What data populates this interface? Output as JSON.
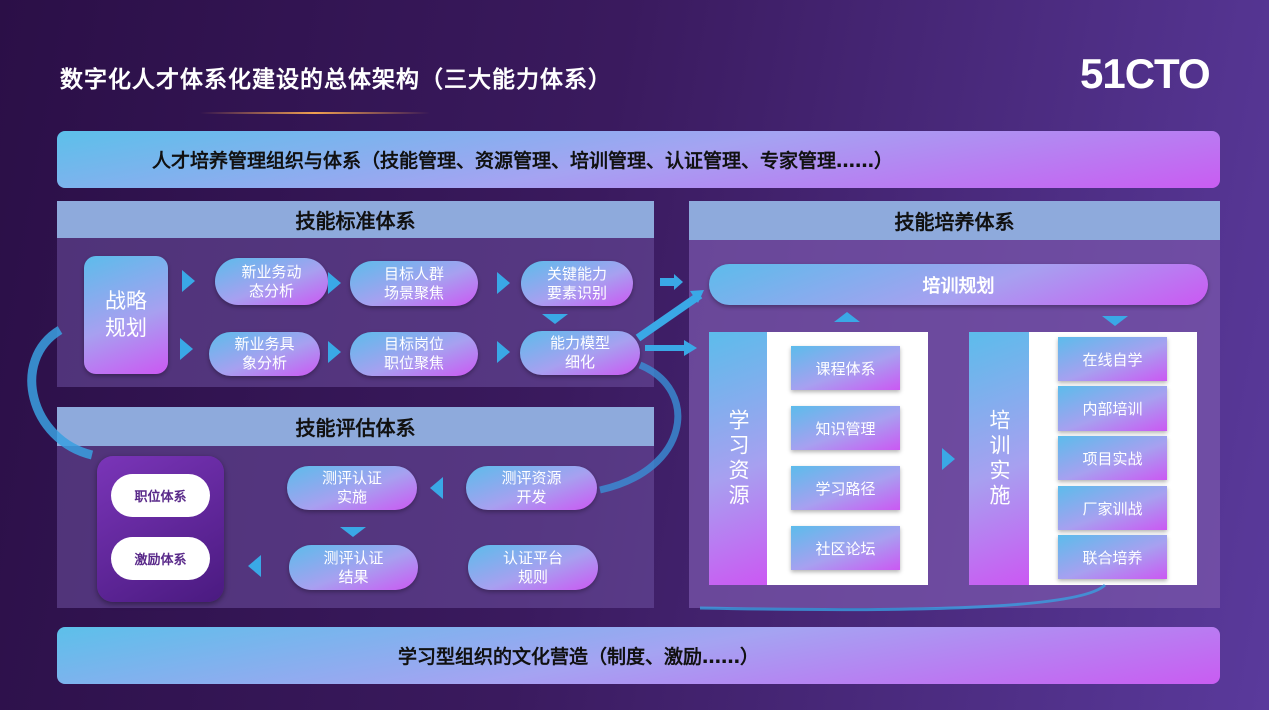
{
  "title": "数字化人才体系化建设的总体架构（三大能力体系）",
  "logo": "51CTO",
  "top_banner": "人才培养管理组织与体系（技能管理、资源管理、培训管理、认证管理、专家管理……）",
  "bottom_banner": "学习型组织的文化营造（制度、激励……）",
  "standard": {
    "header": "技能标准体系",
    "strategy": "战略规划",
    "row1": [
      "新业务动态分析",
      "目标人群场景聚焦",
      "关键能力要素识别"
    ],
    "row2": [
      "新业务具象分析",
      "目标岗位职位聚焦",
      "能力模型细化"
    ]
  },
  "assessment": {
    "header": "技能评估体系",
    "systems": [
      "职位体系",
      "激励体系"
    ],
    "items": [
      "测评认证实施",
      "测评资源开发",
      "测评认证结果",
      "认证平台规则"
    ]
  },
  "training": {
    "header": "技能培养体系",
    "plan": "培训规划",
    "resources_label": "学习资源",
    "resources": [
      "课程体系",
      "知识管理",
      "学习路径",
      "社区论坛"
    ],
    "implement_label": "培训实施",
    "implement": [
      "在线自学",
      "内部培训",
      "项目实战",
      "厂家训战",
      "联合培养"
    ]
  }
}
